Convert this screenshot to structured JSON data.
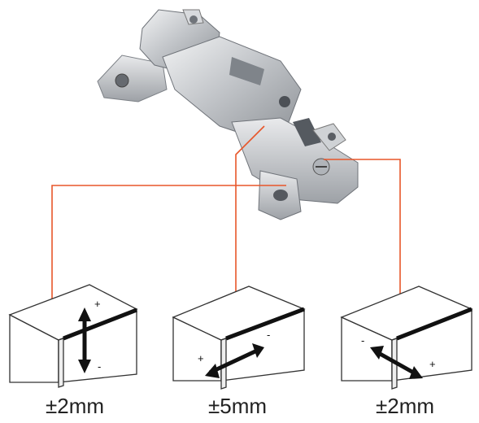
{
  "panels": [
    {
      "value": "±2mm",
      "plus": "+",
      "minus": "-"
    },
    {
      "value": "±5mm",
      "plus": "+",
      "minus": "-"
    },
    {
      "value": "±2mm",
      "plus": "+",
      "minus": "-"
    }
  ],
  "colors": {
    "leader": "#e8562a",
    "steel": "#c9ccd0",
    "outline": "#333333",
    "arrow": "#111111"
  },
  "icons": [
    "hinge-image",
    "cabinet-corner-icon",
    "double-arrow-icon"
  ]
}
